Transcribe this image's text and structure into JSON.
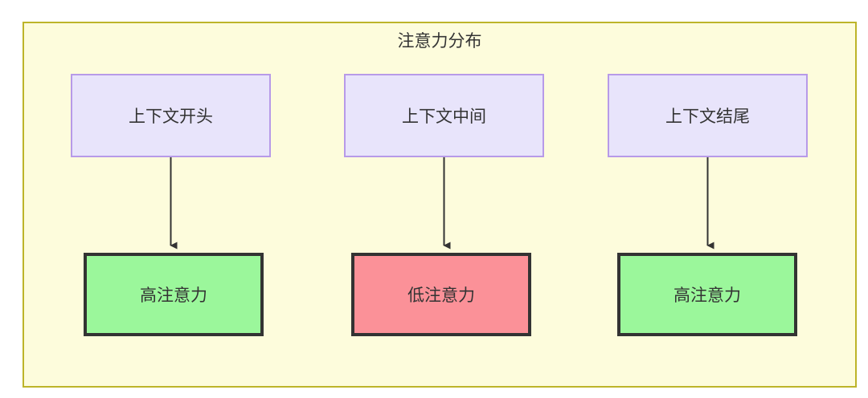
{
  "diagram": {
    "title": "注意力分布",
    "colors": {
      "container_fill": "#fdfcdc",
      "container_border": "#bdb429",
      "context_fill": "#e8e4fb",
      "context_border": "#b79ae8",
      "high_attention_fill": "#9bf79b",
      "low_attention_fill": "#fb9198",
      "node_border_dark": "#333333",
      "edge_color": "#333333",
      "text_color": "#333333"
    },
    "columns": [
      {
        "source": {
          "label": "上下文开头"
        },
        "target": {
          "label": "高注意力",
          "level": "high"
        }
      },
      {
        "source": {
          "label": "上下文中间"
        },
        "target": {
          "label": "低注意力",
          "level": "low"
        }
      },
      {
        "source": {
          "label": "上下文结尾"
        },
        "target": {
          "label": "高注意力",
          "level": "high"
        }
      }
    ]
  }
}
